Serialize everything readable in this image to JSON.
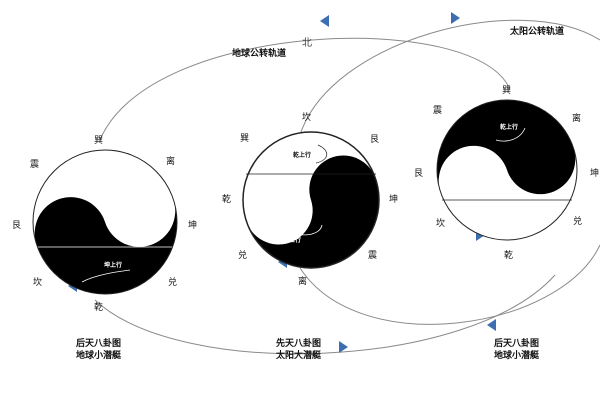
{
  "orbits": {
    "earth_label": "地球公转轨道",
    "sun_label": "太阳公转轨道",
    "north_label": "北"
  },
  "diagrams": [
    {
      "trigrams": {
        "top": "巽",
        "upper_left": "震",
        "upper_right": "离",
        "left": "艮",
        "right": "坤",
        "lower_left": "坎",
        "lower_right": "兑",
        "bottom": "乾"
      },
      "inner_label": "坤上行",
      "caption_line1": "后天八卦图",
      "caption_line2": "地球小潜艇"
    },
    {
      "trigrams": {
        "top": "坎",
        "upper_left": "巽",
        "upper_right": "艮",
        "left": "乾",
        "right": "坤",
        "lower_left": "兑",
        "lower_right": "震",
        "bottom": "离"
      },
      "inner_top_label": "乾上行",
      "inner_bottom_label": "坤上行",
      "caption_line1": "先天八卦图",
      "caption_line2": "太阳大潜艇"
    },
    {
      "trigrams": {
        "top": "巽",
        "upper_left": "震",
        "upper_right": "离",
        "left": "艮",
        "right": "坤",
        "lower_left": "坎",
        "lower_right": "兑",
        "bottom": "乾"
      },
      "inner_label": "乾上行",
      "caption_line1": "后天八卦图",
      "caption_line2": "地球小潜艇"
    }
  ],
  "colors": {
    "arrow": "#3d6fb0",
    "orbit": "#8a8a8a",
    "yin": "#000000",
    "yang": "#ffffff"
  }
}
